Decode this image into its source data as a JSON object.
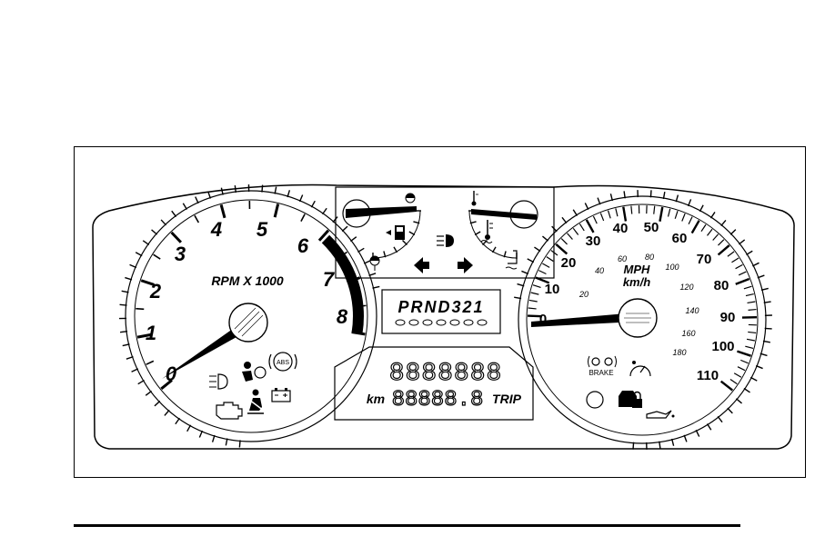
{
  "tachometer": {
    "numbers": [
      "0",
      "1",
      "2",
      "3",
      "4",
      "5",
      "6",
      "7",
      "8"
    ],
    "label": "RPM X 1000"
  },
  "speedometer": {
    "mph_numbers": [
      "0",
      "10",
      "20",
      "30",
      "40",
      "50",
      "60",
      "70",
      "80",
      "90",
      "100",
      "110"
    ],
    "kmh_numbers": [
      "20",
      "40",
      "60",
      "80",
      "100",
      "120",
      "140",
      "160",
      "180"
    ],
    "unit_mph": "MPH",
    "unit_kmh": "km/h"
  },
  "gear_indicator": {
    "text": "PRND321"
  },
  "odometer": {
    "main_display": "8888888",
    "trip_display": "88888.8",
    "unit_label": "km",
    "trip_label": "TRIP"
  },
  "warning_lights": {
    "abs_label": "ABS",
    "brake_label": "BRAKE",
    "icons": [
      "fog-lamp-icon",
      "airbag-icon",
      "abs-icon",
      "check-engine-icon",
      "seatbelt-icon",
      "battery-icon",
      "fuel-pump-icon",
      "headlamp-icon",
      "left-turn-icon",
      "right-turn-icon",
      "temperature-icon",
      "washer-fluid-icon",
      "brake-icon",
      "cruise-icon",
      "security-icon",
      "oil-pressure-icon"
    ]
  },
  "colors": {
    "line": "#000000",
    "background": "#ffffff"
  }
}
